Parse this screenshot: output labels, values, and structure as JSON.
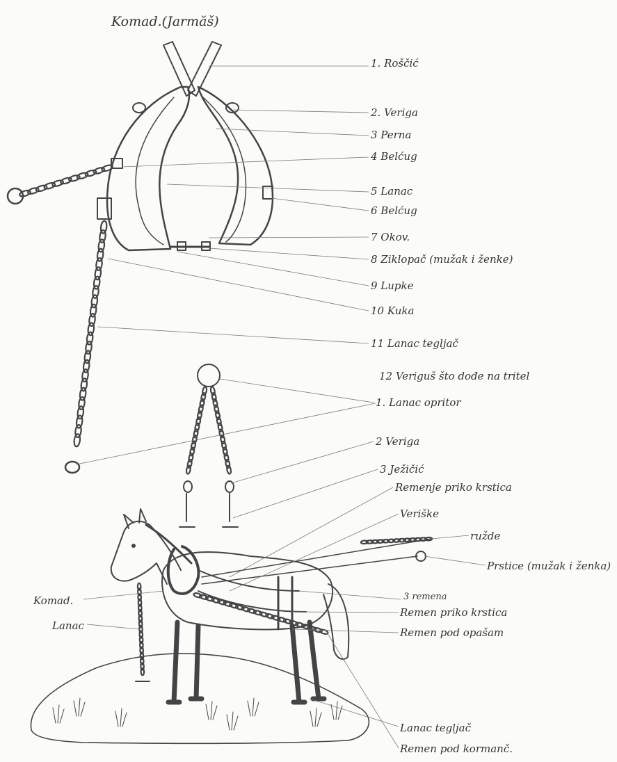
{
  "title": "Komad.(Jarmăš)",
  "collar_labels": [
    "1. Roščić",
    "2. Veriga",
    "3 Perna",
    "4 Belćug",
    "5 Lanac",
    "6 Belćug",
    "7 Okov.",
    "8 Ziklopač (mužak i ženke)",
    "9 Lupke",
    "10 Kuka",
    "11 Lanac tegljač",
    "12 Veriguš što dođe na tritel"
  ],
  "support_labels": [
    "1. Lanac opritor",
    "2 Veriga",
    "3 Ježičić",
    "Remenje priko krstica"
  ],
  "horse_labels_right": [
    "Veriške",
    "ružde",
    "Prstice (mužak i ženka)",
    "3 remena",
    "Remen priko krstica",
    "Remen pod opašam"
  ],
  "horse_labels_left": [
    "Komad.",
    "Lanac"
  ],
  "horse_labels_bottom": [
    "Lanac tegljač",
    "Remen pod kormanč."
  ]
}
